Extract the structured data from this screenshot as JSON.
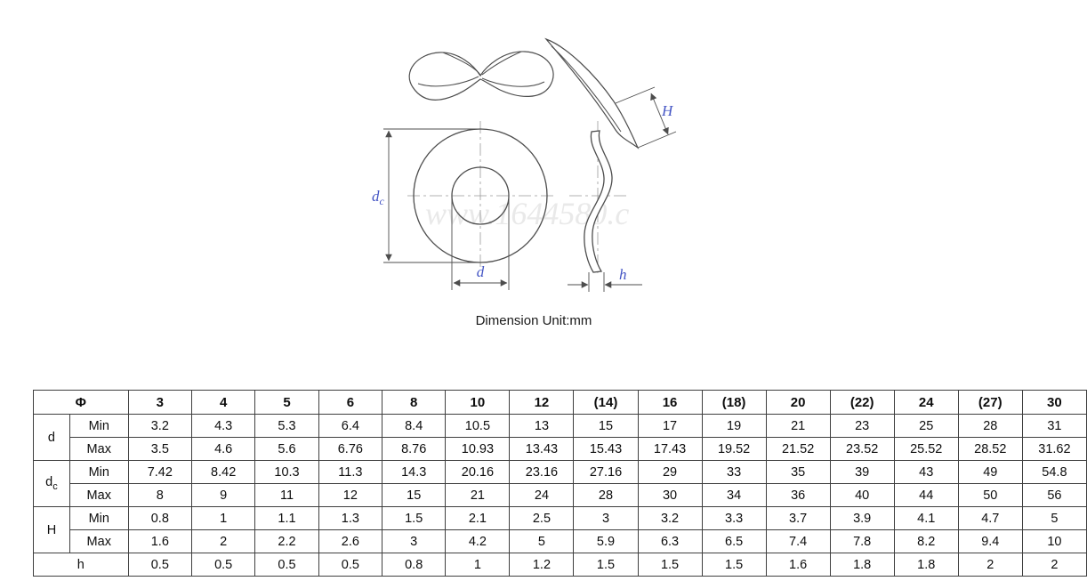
{
  "caption": "Dimension Unit:mm",
  "drawing": {
    "label_color": "#4455c4",
    "line_color": "#4d4d4d",
    "watermark": "www.1644580.c",
    "labels": {
      "dc_main": "d",
      "dc_sub": "c",
      "d": "d",
      "H": "H",
      "h": "h"
    }
  },
  "table": {
    "phi": "Φ",
    "min_label": "Min",
    "max_label": "Max",
    "sizes": [
      "3",
      "4",
      "5",
      "6",
      "8",
      "10",
      "12",
      "(14)",
      "16",
      "(18)",
      "20",
      "(22)",
      "24",
      "(27)",
      "30"
    ],
    "groups": [
      {
        "label": "d",
        "sub": "",
        "min": [
          "3.2",
          "4.3",
          "5.3",
          "6.4",
          "8.4",
          "10.5",
          "13",
          "15",
          "17",
          "19",
          "21",
          "23",
          "25",
          "28",
          "31"
        ],
        "max": [
          "3.5",
          "4.6",
          "5.6",
          "6.76",
          "8.76",
          "10.93",
          "13.43",
          "15.43",
          "17.43",
          "19.52",
          "21.52",
          "23.52",
          "25.52",
          "28.52",
          "31.62"
        ]
      },
      {
        "label": "d",
        "sub": "c",
        "min": [
          "7.42",
          "8.42",
          "10.3",
          "11.3",
          "14.3",
          "20.16",
          "23.16",
          "27.16",
          "29",
          "33",
          "35",
          "39",
          "43",
          "49",
          "54.8"
        ],
        "max": [
          "8",
          "9",
          "11",
          "12",
          "15",
          "21",
          "24",
          "28",
          "30",
          "34",
          "36",
          "40",
          "44",
          "50",
          "56"
        ]
      },
      {
        "label": "H",
        "sub": "",
        "min": [
          "0.8",
          "1",
          "1.1",
          "1.3",
          "1.5",
          "2.1",
          "2.5",
          "3",
          "3.2",
          "3.3",
          "3.7",
          "3.9",
          "4.1",
          "4.7",
          "5"
        ],
        "max": [
          "1.6",
          "2",
          "2.2",
          "2.6",
          "3",
          "4.2",
          "5",
          "5.9",
          "6.3",
          "6.5",
          "7.4",
          "7.8",
          "8.2",
          "9.4",
          "10"
        ]
      }
    ],
    "single": {
      "label": "h",
      "values": [
        "0.5",
        "0.5",
        "0.5",
        "0.5",
        "0.8",
        "1",
        "1.2",
        "1.5",
        "1.5",
        "1.5",
        "1.6",
        "1.8",
        "1.8",
        "2",
        "2"
      ]
    }
  }
}
